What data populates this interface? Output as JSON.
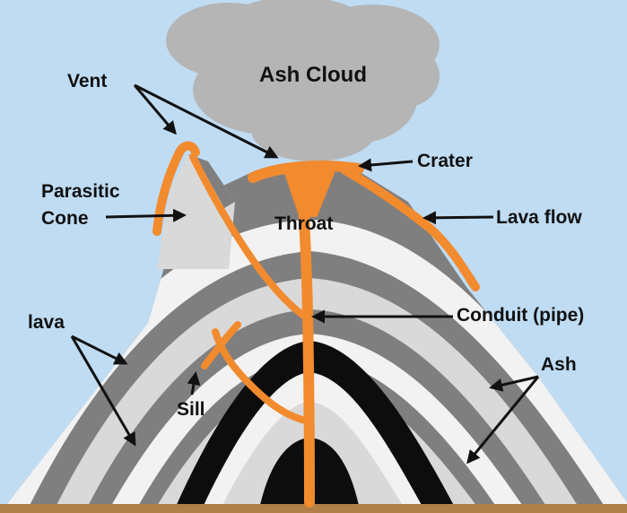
{
  "colors": {
    "sky": "#bfdcf3",
    "cloud": "#b5b5b5",
    "layer_dark": "#7f7f7f",
    "layer_light": "#d9d9d9",
    "layer_white": "#f2f2f2",
    "magma_chamber": "#0d0d0d",
    "lava": "#f28a2e",
    "ground": "#b08047",
    "arrow": "#111111"
  },
  "labels": {
    "ash_cloud": "Ash Cloud",
    "vent": "Vent",
    "crater": "Crater",
    "parasitic_cone_line1": "Parasitic",
    "parasitic_cone_line2": "Cone",
    "throat": "Throat",
    "lava_flow": "Lava flow",
    "conduit": "Conduit (pipe)",
    "lava": "lava",
    "ash": "Ash",
    "sill": "Sill"
  }
}
